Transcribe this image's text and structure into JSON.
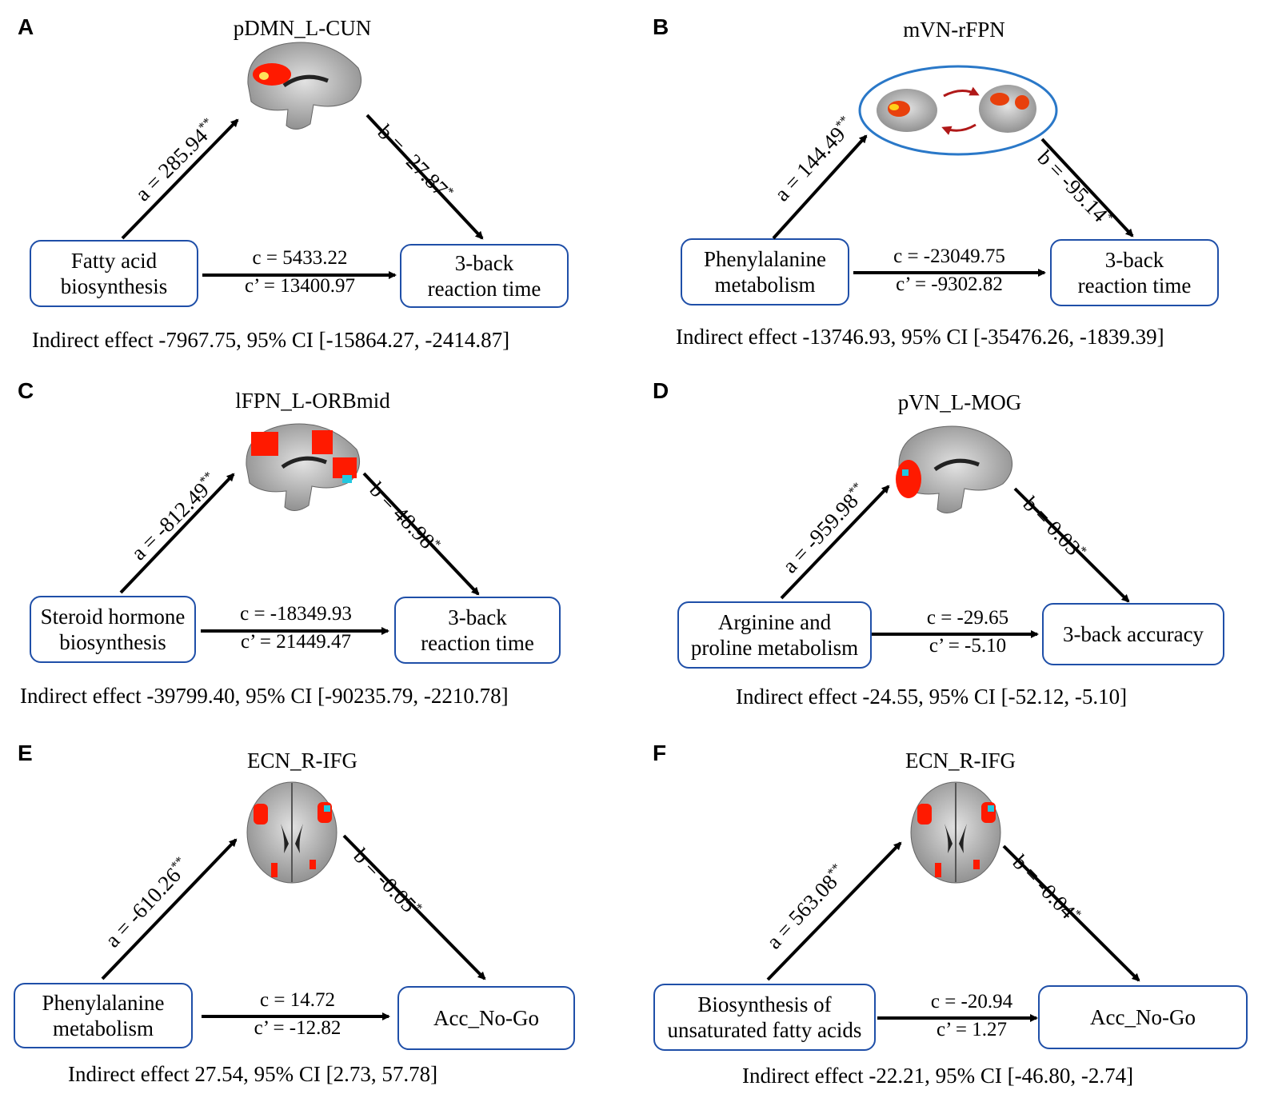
{
  "colors": {
    "box_border": "#1f4fa8",
    "activation": "#ff1a00",
    "highlight": "#22c8e0",
    "loop_ring": "#2a78c8",
    "loop_arrow": "#b01818"
  },
  "panels": [
    {
      "letter": "A",
      "network": "pDMN_L-CUN",
      "x_lines": [
        "Fatty acid",
        "biosynthesis"
      ],
      "y_lines": [
        "3-back",
        "reaction time"
      ],
      "a_label": "a = 285.94",
      "a_sig": "**",
      "b_label": "b = -27.87",
      "b_sig": "*",
      "c_label": "c = 5433.22",
      "cp_label": "c’  = 13400.97",
      "indirect": "Indirect effect -7967.75, 95% CI [-15864.27, -2414.87]",
      "brain_icon": "sagittal-brain-icon"
    },
    {
      "letter": "B",
      "network": "mVN-rFPN",
      "x_lines": [
        "Phenylalanine",
        "metabolism"
      ],
      "y_lines": [
        "3-back",
        "reaction time"
      ],
      "a_label": "a = 144.49",
      "a_sig": "**",
      "b_label": "b = -95.14",
      "b_sig": "*",
      "c_label": "c = -23049.75",
      "cp_label": "c’  = -9302.82",
      "indirect": "Indirect effect -13746.93, 95% CI [-35476.26, -1839.39]",
      "brain_icon": "network-connectivity-icon"
    },
    {
      "letter": "C",
      "network": "lFPN_L-ORBmid",
      "x_lines": [
        "Steroid hormone",
        "biosynthesis"
      ],
      "y_lines": [
        "3-back",
        "reaction time"
      ],
      "a_label": "a = -812.49",
      "a_sig": "**",
      "b_label": "b = 48.98",
      "b_sig": "*",
      "c_label": "c = -18349.93",
      "cp_label": "c’  = 21449.47",
      "indirect": "Indirect effect -39799.40, 95% CI [-90235.79, -2210.78]",
      "brain_icon": "sagittal-brain-icon"
    },
    {
      "letter": "D",
      "network": "pVN_L-MOG",
      "x_lines": [
        "Arginine and",
        "proline metabolism"
      ],
      "y_lines": [
        "3-back accuracy"
      ],
      "a_label": "a = -959.98",
      "a_sig": "**",
      "b_label": "b = 0.03",
      "b_sig": "*",
      "c_label": "c = -29.65",
      "cp_label": "c’  = -5.10",
      "indirect": "Indirect effect -24.55, 95% CI [-52.12, -5.10]",
      "brain_icon": "sagittal-brain-icon"
    },
    {
      "letter": "E",
      "network": "ECN_R-IFG",
      "x_lines": [
        "Phenylalanine",
        "metabolism"
      ],
      "y_lines": [
        "Acc_No-Go"
      ],
      "a_label": "a = -610.26",
      "a_sig": "**",
      "b_label": "b = -0.05",
      "b_sig": "*",
      "c_label": "c = 14.72",
      "cp_label": "c’  = -12.82",
      "indirect": "Indirect effect 27.54, 95% CI [2.73, 57.78]",
      "brain_icon": "axial-brain-icon"
    },
    {
      "letter": "F",
      "network": "ECN_R-IFG",
      "x_lines": [
        "Biosynthesis of",
        "unsaturated fatty acids"
      ],
      "y_lines": [
        "Acc_No-Go"
      ],
      "a_label": "a = 563.08",
      "a_sig": "**",
      "b_label": "b = -0.04",
      "b_sig": "*",
      "c_label": "c = -20.94",
      "cp_label": "c’  = 1.27",
      "indirect": "Indirect effect -22.21, 95% CI [-46.80, -2.74]",
      "brain_icon": "axial-brain-icon"
    }
  ]
}
